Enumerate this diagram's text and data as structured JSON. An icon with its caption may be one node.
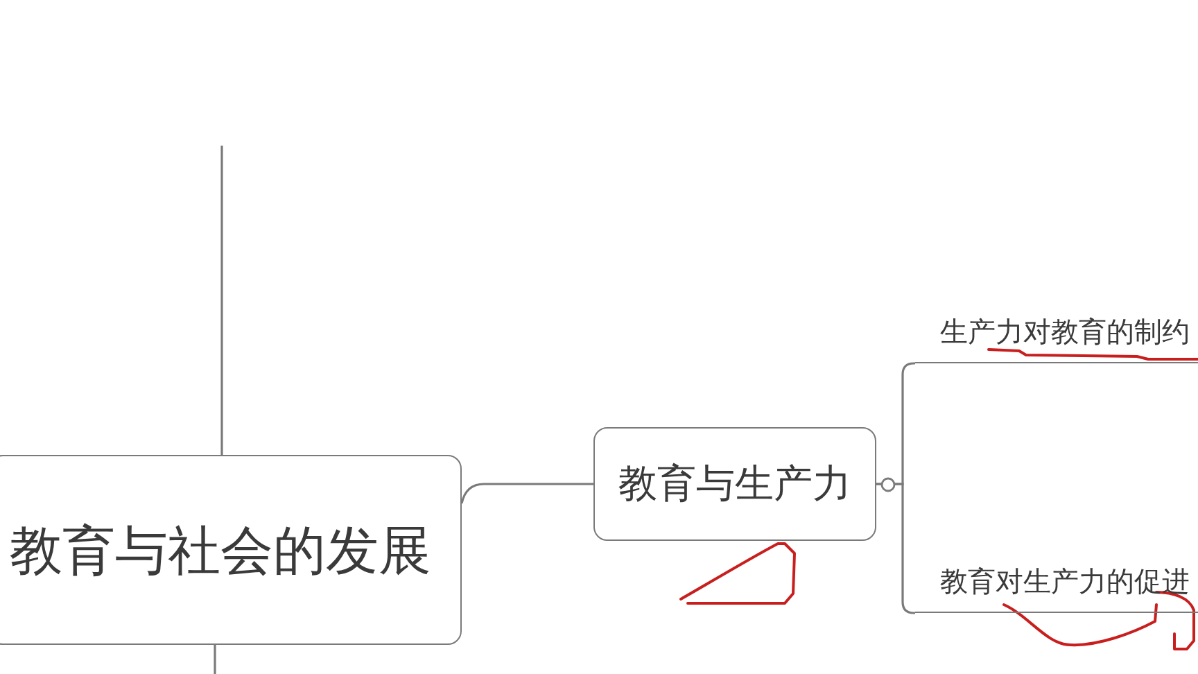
{
  "diagram": {
    "nodes": [
      {
        "text": [
          "教育与社会的发展"
        ]
      },
      {
        "text": [
          "教育与生产力"
        ]
      },
      {
        "text": [
          "生产力对教育的制约"
        ]
      },
      {
        "text": [
          "教育对生产力的促进"
        ]
      }
    ],
    "edges": [
      {
        "from": 0,
        "to": 1,
        "arrow": "none"
      },
      {
        "from": 1,
        "to": 2,
        "arrow": "none"
      },
      {
        "from": 1,
        "to": 3,
        "arrow": "none"
      },
      {
        "from": null,
        "to": 0,
        "arrow": "none"
      },
      {
        "from": 0,
        "to": null,
        "arrow": "none"
      }
    ]
  }
}
